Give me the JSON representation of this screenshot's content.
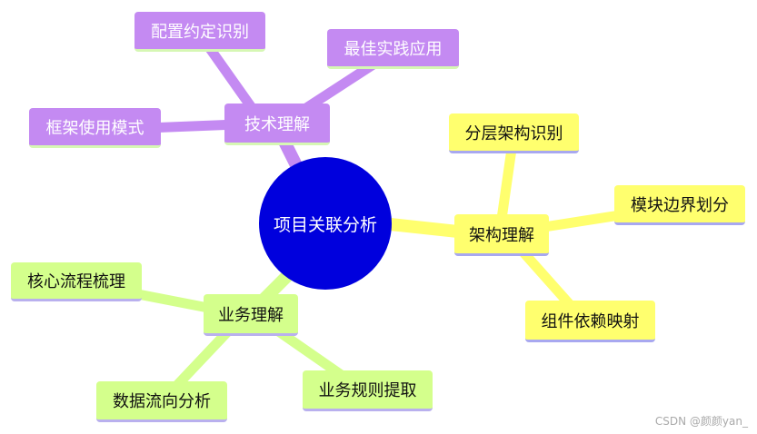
{
  "root": "项目关联分析",
  "branches": {
    "tech": {
      "label": "技术理解",
      "children": [
        "配置约定识别",
        "最佳实践应用",
        "框架使用模式"
      ]
    },
    "arch": {
      "label": "架构理解",
      "children": [
        "分层架构识别",
        "模块边界划分",
        "组件依赖映射"
      ]
    },
    "biz": {
      "label": "业务理解",
      "children": [
        "核心流程梳理",
        "数据流向分析",
        "业务规则提取"
      ]
    }
  },
  "colors": {
    "tech": "#c48af2",
    "arch": "#ffff6e",
    "biz": "#d4ff8c",
    "root": "#0000dd"
  },
  "watermark": "CSDN @颜颜yan_"
}
